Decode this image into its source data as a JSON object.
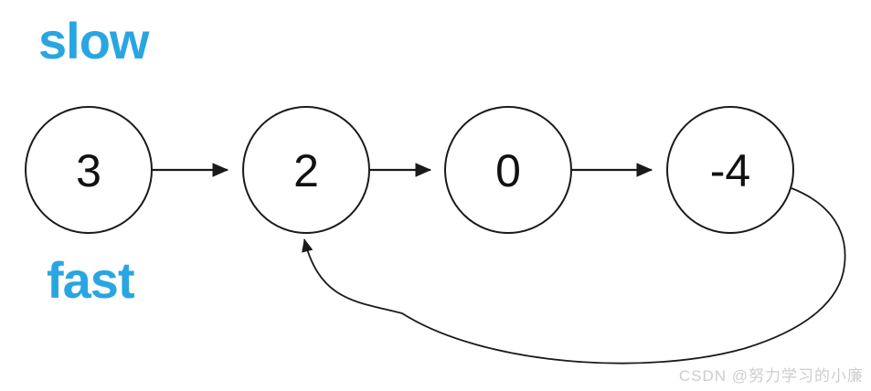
{
  "colors": {
    "pointer_label_blue": "#29a6e2",
    "line_black": "#1a1a1a",
    "watermark_gray": "#cdcdcd"
  },
  "diagram": {
    "type": "singly-linked-list-with-cycle",
    "pointers": {
      "slow": {
        "label": "slow"
      },
      "fast": {
        "label": "fast"
      }
    },
    "nodes": [
      {
        "value": "3"
      },
      {
        "value": "2"
      },
      {
        "value": "0"
      },
      {
        "value": "-4"
      }
    ],
    "edges": [
      {
        "from": "3",
        "to": "2"
      },
      {
        "from": "2",
        "to": "0"
      },
      {
        "from": "0",
        "to": "-4"
      },
      {
        "from": "-4",
        "to": "2",
        "kind": "cycle-back-edge"
      }
    ]
  },
  "watermark": {
    "text": "CSDN @努力学习的小廉"
  }
}
